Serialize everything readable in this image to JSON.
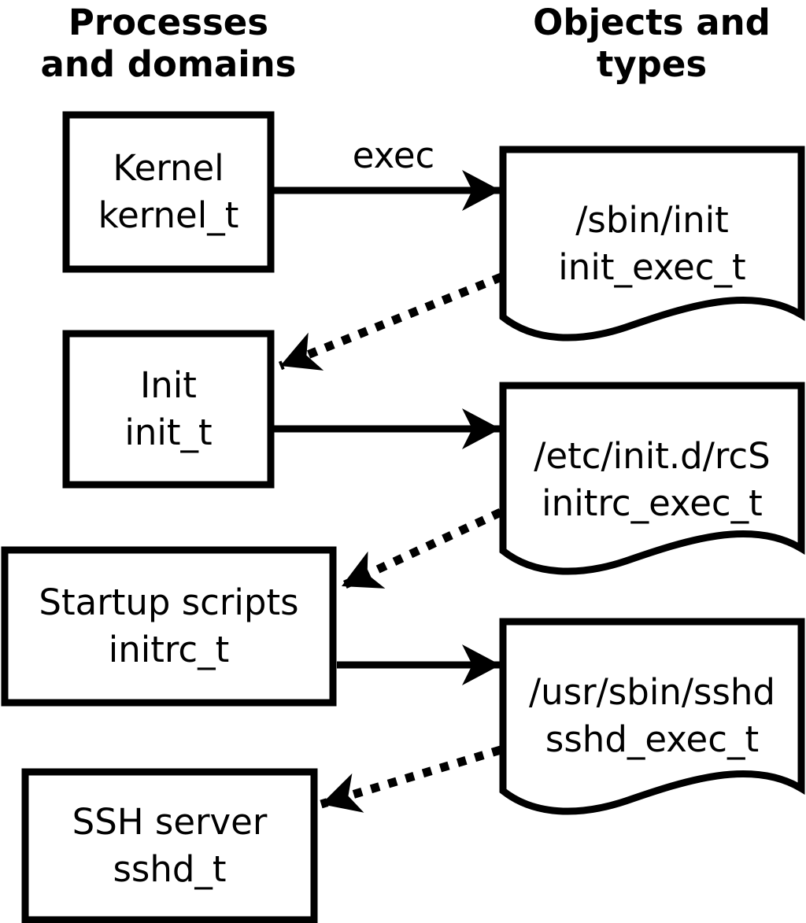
{
  "titles": {
    "left": {
      "line1": "Processes",
      "line2": "and domains"
    },
    "right": {
      "line1": "Objects and",
      "line2": "types"
    }
  },
  "arrow_label": "exec",
  "processes": [
    {
      "name": "Kernel",
      "domain": "kernel_t"
    },
    {
      "name": "Init",
      "domain": "init_t"
    },
    {
      "name": "Startup scripts",
      "domain": "initrc_t"
    },
    {
      "name": "SSH server",
      "domain": "sshd_t"
    }
  ],
  "objects": [
    {
      "path": "/sbin/init",
      "type": "init_exec_t"
    },
    {
      "path": "/etc/init.d/rcS",
      "type": "initrc_exec_t"
    },
    {
      "path": "/usr/sbin/sshd",
      "type": "sshd_exec_t"
    }
  ],
  "colors": {
    "ink": "#000000",
    "background": "#ffffff"
  }
}
